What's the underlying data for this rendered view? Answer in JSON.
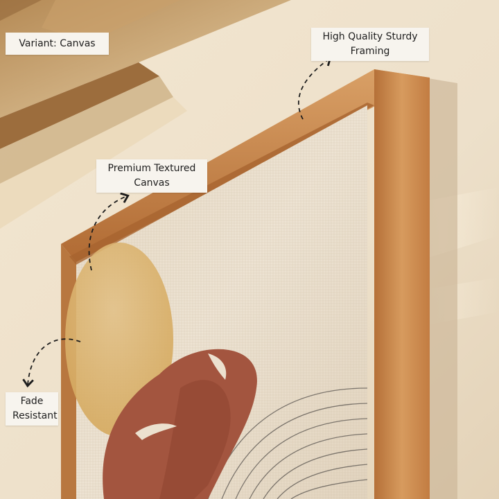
{
  "labels": {
    "variant": "Variant: Canvas",
    "framing": [
      "High Quality Sturdy",
      "Framing"
    ],
    "canvas": [
      "Premium Textured",
      "Canvas"
    ],
    "fade": [
      "Fade",
      "Resistant"
    ]
  },
  "colors": {
    "frame_wood": "#c98a4e",
    "canvas": "#ece1cf",
    "terracotta": "#a3553f",
    "ochre_circle": "#d9b06a",
    "label_bg": "#f7f4ee"
  }
}
